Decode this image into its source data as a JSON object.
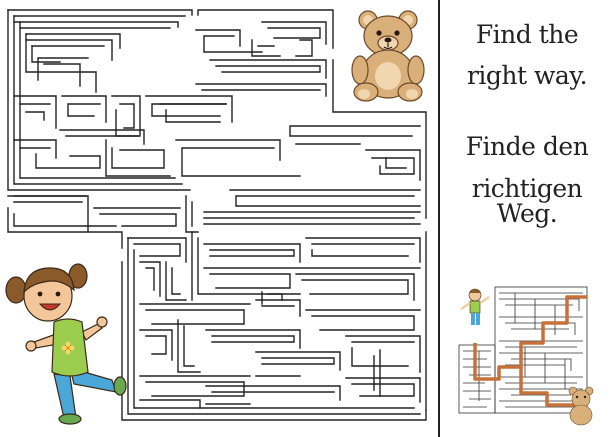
{
  "puzzle": {
    "type": "maze",
    "start": "girl",
    "goal": "teddy-bear"
  },
  "instructions": {
    "english_line_1": "Find the",
    "english_line_2": "right way.",
    "german_line_1": "Finde den",
    "german_line_2": "richtigen Weg."
  },
  "solution_preview": {
    "shown": true,
    "path_color": "#c8703a"
  },
  "colors": {
    "maze_walls": "#222222",
    "divider": "#222222",
    "girl_shirt": "#9ccd4f",
    "girl_pants": "#4aa7d8",
    "girl_hair": "#8a5a2b",
    "bear_fur": "#d9b07a"
  }
}
